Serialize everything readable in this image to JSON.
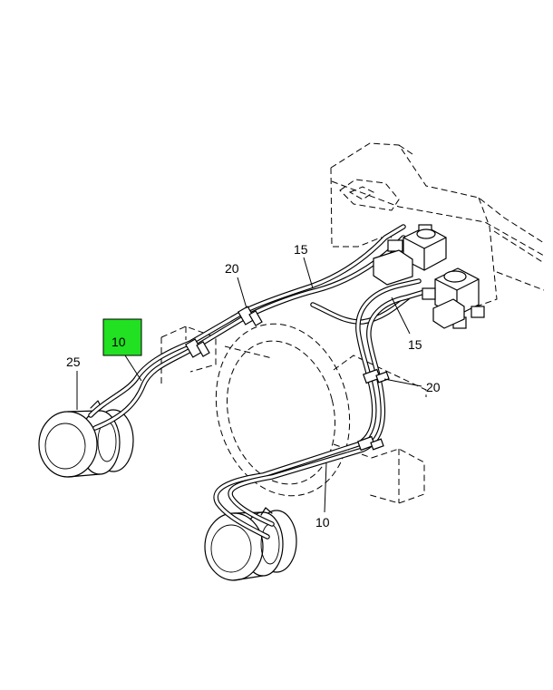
{
  "callouts": [
    {
      "id": "c10-highlight",
      "text": "10",
      "highlighted": true
    },
    {
      "id": "c25",
      "text": "25"
    },
    {
      "id": "c20-top",
      "text": "20"
    },
    {
      "id": "c15-top",
      "text": "15"
    },
    {
      "id": "c15-right",
      "text": "15"
    },
    {
      "id": "c20-right",
      "text": "20"
    },
    {
      "id": "c10-bottom",
      "text": "10"
    }
  ],
  "colors": {
    "highlight": "#22e022",
    "line": "#000000",
    "background": "#ffffff"
  }
}
